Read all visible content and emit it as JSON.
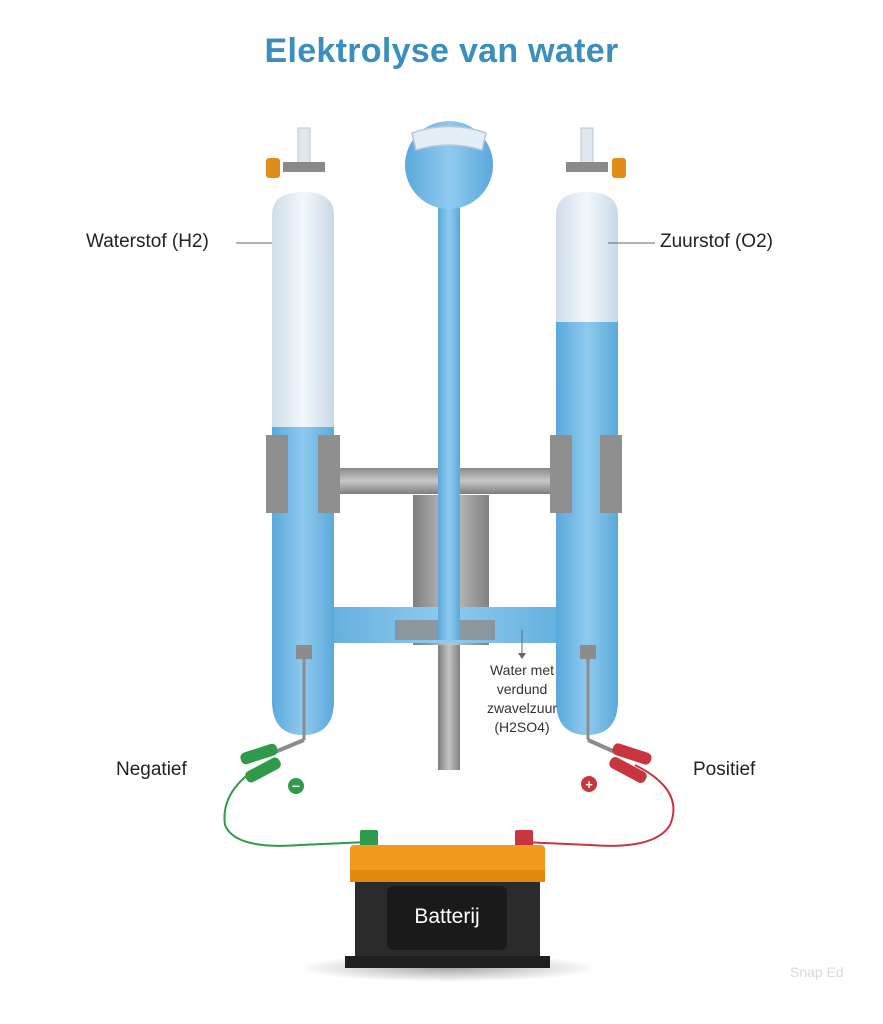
{
  "title": "Elektrolyse van water",
  "labels": {
    "hydrogen": "Waterstof (H2)",
    "oxygen": "Zuurstof (O2)",
    "solution_line1": "Water met",
    "solution_line2": "verdund",
    "solution_line3": "zwavelzuur",
    "solution_line4": "(H2SO4)",
    "negative": "Negatief",
    "positive": "Positief",
    "battery": "Batterij"
  },
  "symbols": {
    "minus": "−",
    "plus": "+"
  },
  "watermark": "Snap Ed",
  "fill_levels": {
    "hydrogen_tube_water_top_fraction": 0.47,
    "oxygen_tube_water_top_fraction": 0.25
  },
  "colors": {
    "title": "#3a8fbf",
    "water": "#6fb7e4",
    "glass": "#e4eef6",
    "metal": "#9a9a9a",
    "battery_top": "#f19a1d",
    "battery_body": "#2b2b2b",
    "negative_clip": "#2e9a4a",
    "positive_clip": "#c8353c"
  }
}
